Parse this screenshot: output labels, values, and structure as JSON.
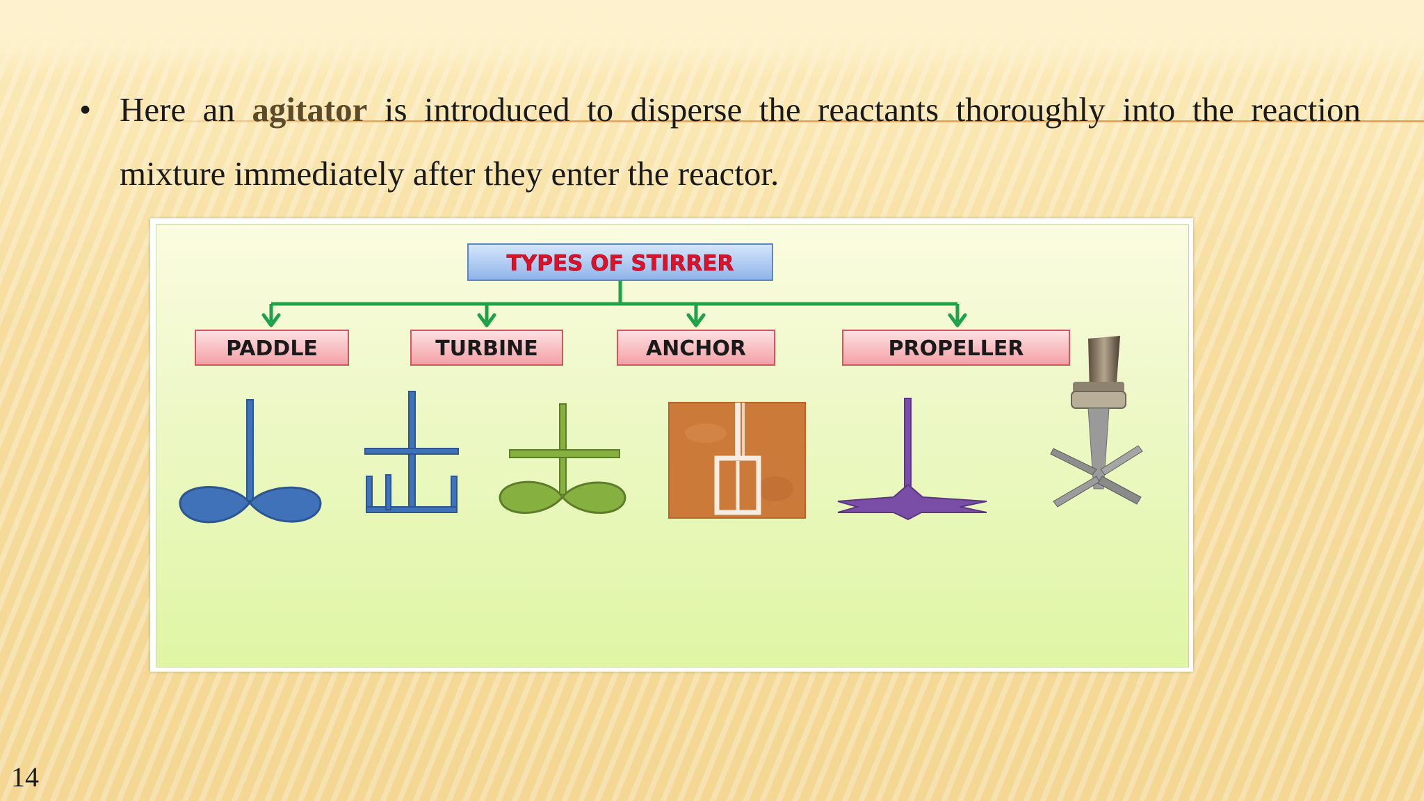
{
  "slide": {
    "bullet": "•",
    "text_before": "Here an ",
    "text_bold": "agitator",
    "text_after": " is introduced to disperse the reactants thoroughly into the reaction mixture immediately after they enter the reactor.",
    "page_number": "14"
  },
  "diagram": {
    "title": "TYPES OF STIRRER",
    "types": [
      "PADDLE",
      "TURBINE",
      "ANCHOR",
      "PROPELLER"
    ],
    "colors": {
      "title_text": "#e0102a",
      "title_box": "#8fb4ea",
      "type_box": "#f6a9ae",
      "connector": "#1fa14a",
      "paddle": "#3f72b8",
      "turbine_green": "#86b040",
      "anchor_bg": "#cc7a3a",
      "propeller": "#7a4ea6"
    }
  }
}
